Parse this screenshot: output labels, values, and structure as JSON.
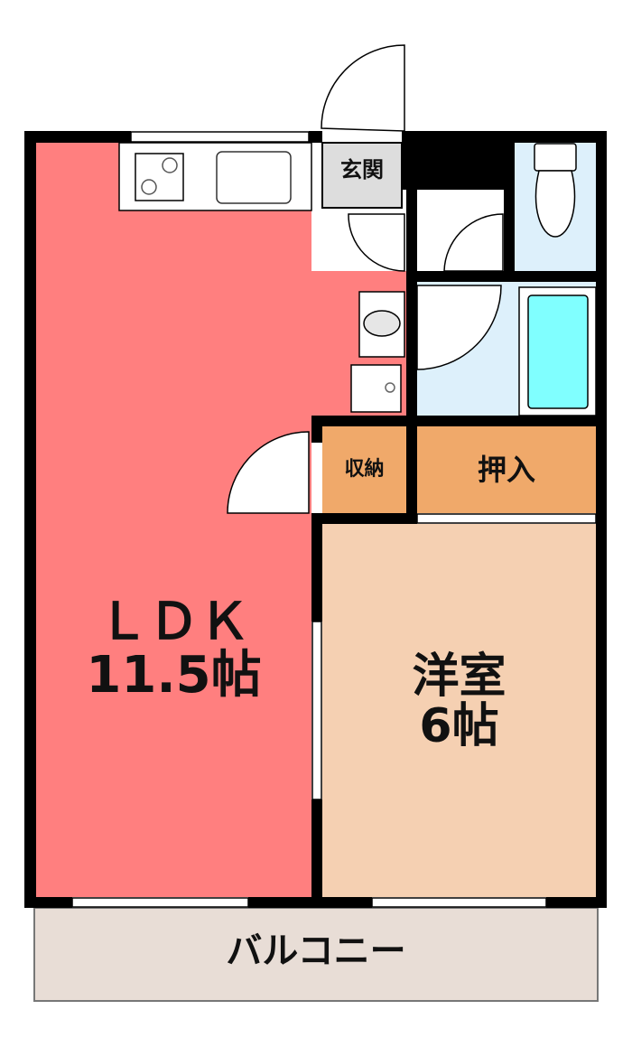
{
  "rooms": {
    "ldk": {
      "name": "ＬＤＫ",
      "size": "11.5帖"
    },
    "western": {
      "name": "洋室",
      "size": "6帖"
    },
    "entrance": {
      "name": "玄関"
    },
    "storage": {
      "name": "収納"
    },
    "closet": {
      "name": "押入"
    },
    "balcony": {
      "name": "バルコニー"
    }
  },
  "colors": {
    "ldk": "#ff7f7f",
    "western": "#f5d0b2",
    "storage": "#f0a96a",
    "balcony": "#e8ddd6",
    "wet_area": "#ddf0fb",
    "bathtub": "#80ffff",
    "entrance": "#dddddd",
    "wall": "#000000"
  }
}
